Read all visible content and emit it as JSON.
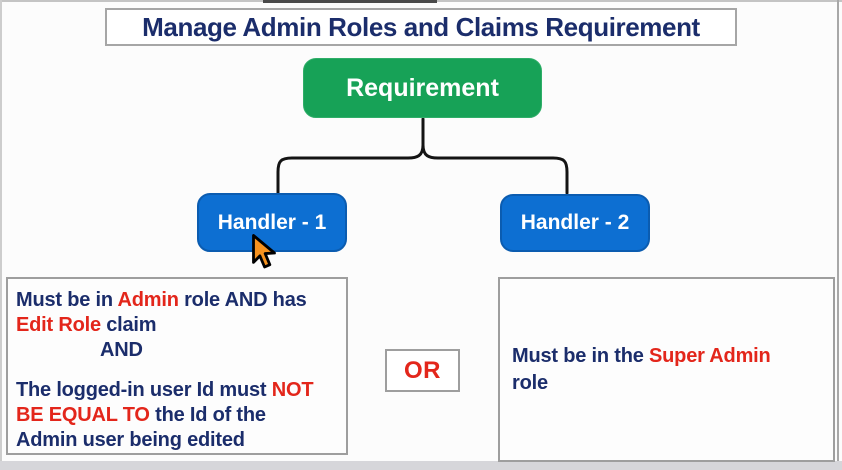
{
  "title": "Manage Admin Roles and Claims Requirement",
  "diagram": {
    "root_label": "Requirement",
    "handler1_label": "Handler - 1",
    "handler2_label": "Handler - 2",
    "or_label": "OR"
  },
  "left_note": {
    "line1": {
      "seg1": "Must be in ",
      "seg2": "Admin",
      "seg3": " role AND has"
    },
    "line2": {
      "seg1": "Edit Role",
      "seg2": " claim"
    },
    "line3": {
      "seg1": "AND"
    },
    "line4": {
      "seg1": "The logged-in user Id must ",
      "seg2": "NOT"
    },
    "line5": {
      "seg1": "BE EQUAL TO",
      "seg2": " the Id of the"
    },
    "line6": {
      "seg1": "Admin user being edited"
    }
  },
  "right_note": {
    "line1": {
      "seg1": "Must be in the ",
      "seg2": "Super Admin"
    },
    "line2": {
      "seg1": "role"
    }
  },
  "colors": {
    "navy_text": "#1b2d6b",
    "red_text": "#e3261b",
    "green_node": "#17a257",
    "blue_node": "#0d6fd2",
    "node_text": "#ffffff",
    "box_border": "#9e9e9e",
    "connector_line": "#141414",
    "cursor_orange": "#f6921e"
  }
}
